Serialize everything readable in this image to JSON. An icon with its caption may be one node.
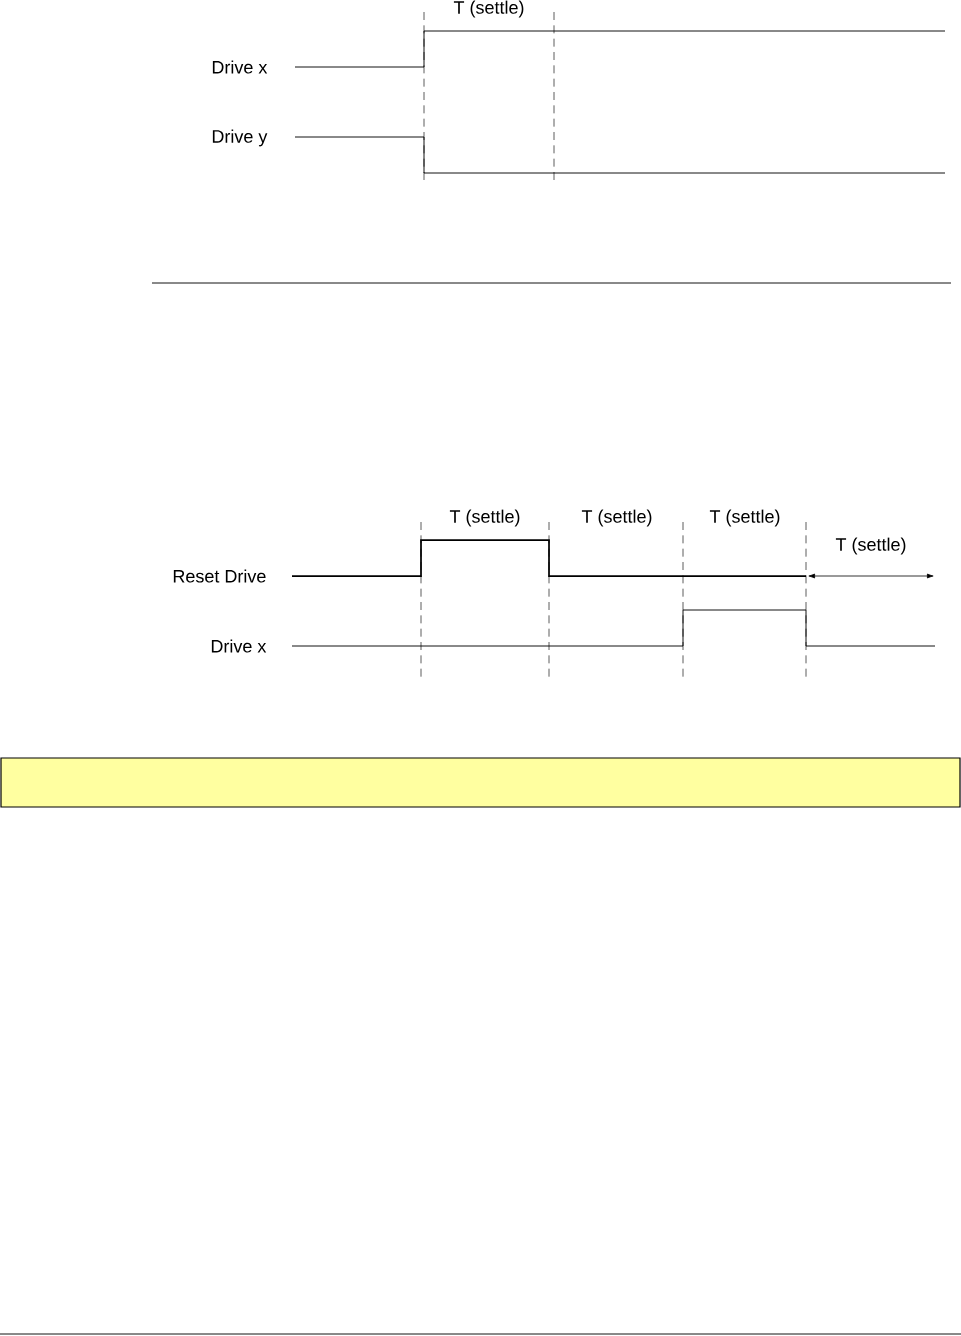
{
  "diagram": {
    "nodes": [
      {
        "text": [],
        "shape": "box"
      }
    ],
    "labels": [
      "T (settle)",
      "Drive x",
      "Drive y",
      "T (settle)",
      "T (settle)",
      "T (settle)",
      "T (settle)",
      "Reset Drive",
      "Drive x"
    ]
  }
}
